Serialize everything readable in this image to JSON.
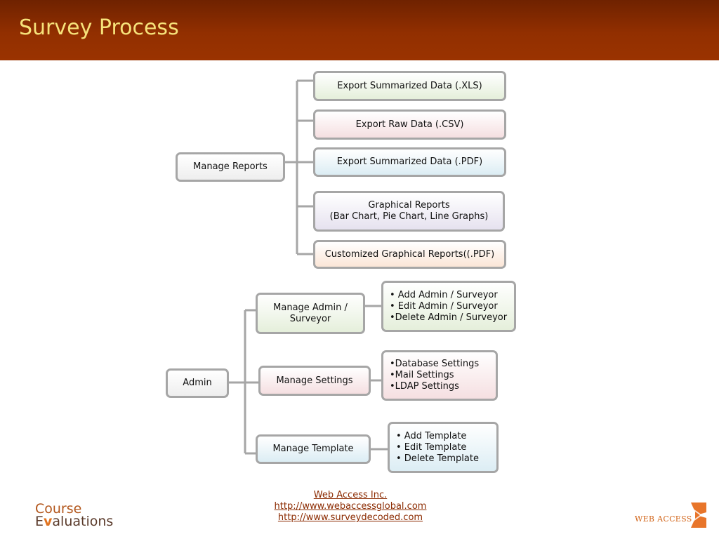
{
  "page": {
    "title": "Survey Process"
  },
  "reports": {
    "root": "Manage Reports",
    "items": [
      {
        "lines": [
          "Export Summarized Data (.XLS)"
        ]
      },
      {
        "lines": [
          "Export Raw Data (.CSV)"
        ]
      },
      {
        "lines": [
          "Export Summarized Data (.PDF)"
        ]
      },
      {
        "lines": [
          "Graphical Reports",
          "(Bar Chart, Pie Chart, Line Graphs)"
        ]
      },
      {
        "lines": [
          "Customized Graphical Reports((.PDF)"
        ]
      }
    ]
  },
  "admin": {
    "root": "Admin",
    "branches": [
      {
        "lines": [
          "Manage Admin /",
          "Surveyor"
        ],
        "details": [
          "• Add Admin / Surveyor",
          "• Edit Admin / Surveyor",
          "•Delete Admin / Surveyor"
        ]
      },
      {
        "lines": [
          "Manage Settings"
        ],
        "details": [
          "•Database Settings",
          "•Mail Settings",
          "•LDAP Settings"
        ]
      },
      {
        "lines": [
          "Manage Template"
        ],
        "details": [
          "• Add Template",
          "• Edit Template",
          "• Delete Template"
        ]
      }
    ]
  },
  "footer": {
    "company": "Web Access Inc.",
    "url1": "http://www.webaccessglobal.com",
    "url2": "http://www.surveydecoded.com"
  },
  "logos": {
    "course_evaluations": {
      "line1": "Course",
      "line2_first": "E",
      "line2_check": "v",
      "line2_rest": "aluations"
    },
    "web_access": {
      "text": "WEB ACCESS"
    }
  },
  "colors": {
    "header": "#922f00",
    "title": "#f6e27a",
    "connector": "#a6a6a6",
    "link": "#8b2a00"
  }
}
